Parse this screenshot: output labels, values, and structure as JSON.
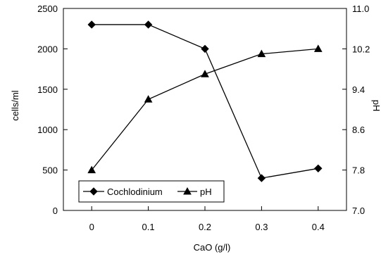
{
  "chart_data": {
    "type": "line",
    "xlabel": "CaO (g/l)",
    "ylabel_left": "cells/ml",
    "ylabel_right": "pH",
    "x": [
      0,
      0.1,
      0.2,
      0.3,
      0.4
    ],
    "x_tick_labels": [
      "0",
      "0.1",
      "0.2",
      "0.3",
      "0.4"
    ],
    "xlim": [
      -0.05,
      0.45
    ],
    "ylim_left": [
      0,
      2500
    ],
    "ylim_right": [
      7.0,
      11.0
    ],
    "y_left_ticks": [
      0,
      500,
      1000,
      1500,
      2000,
      2500
    ],
    "y_left_tick_labels": [
      "0",
      "500",
      "1000",
      "1500",
      "2000",
      "2500"
    ],
    "y_right_ticks": [
      7.0,
      7.8,
      8.6,
      9.4,
      10.2,
      11.0
    ],
    "y_right_tick_labels": [
      "7.0",
      "7.8",
      "8.6",
      "9.4",
      "10.2",
      "11.0"
    ],
    "grid": false,
    "legend_position": "bottom-left",
    "series": [
      {
        "name": "Cochlodinium",
        "axis": "left",
        "marker": "diamond",
        "values": [
          2300,
          2300,
          2000,
          400,
          520
        ]
      },
      {
        "name": "pH",
        "axis": "right",
        "marker": "triangle",
        "values": [
          7.8,
          9.2,
          9.7,
          10.1,
          10.2
        ]
      }
    ],
    "colors": {
      "line": "#000000",
      "background": "#ffffff"
    }
  }
}
